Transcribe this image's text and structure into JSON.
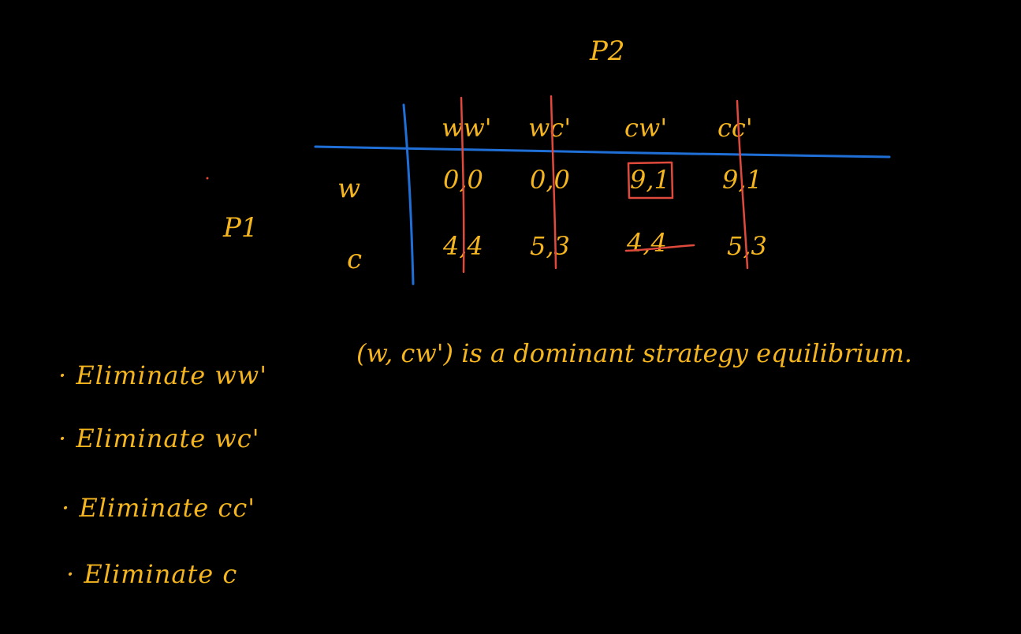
{
  "game": {
    "column_player": "P2",
    "row_player": "P1",
    "column_headers": [
      "ww'",
      "wc'",
      "cw'",
      "cc'"
    ],
    "row_headers": [
      "w",
      "c"
    ],
    "payoffs": [
      [
        "0,0",
        "0,0",
        "9,1",
        "9,1"
      ],
      [
        "4,4",
        "5,3",
        "4,4",
        "5,3"
      ]
    ],
    "eliminated_columns": [
      "ww'",
      "wc'",
      "cc'"
    ],
    "eliminated_rows": [
      "c"
    ],
    "highlighted_cell": "9,1",
    "struck_cell": "4,4"
  },
  "conclusion": "(w, cw') is a dominant strategy equilibrium.",
  "steps": [
    "Eliminate ww'",
    "Eliminate wc'",
    "Eliminate cc'",
    "Eliminate c"
  ],
  "colors": {
    "ink": "#f5b51f",
    "table_lines": "#1f6fd6",
    "strike_lines": "#e04a3c",
    "background": "#000000"
  }
}
